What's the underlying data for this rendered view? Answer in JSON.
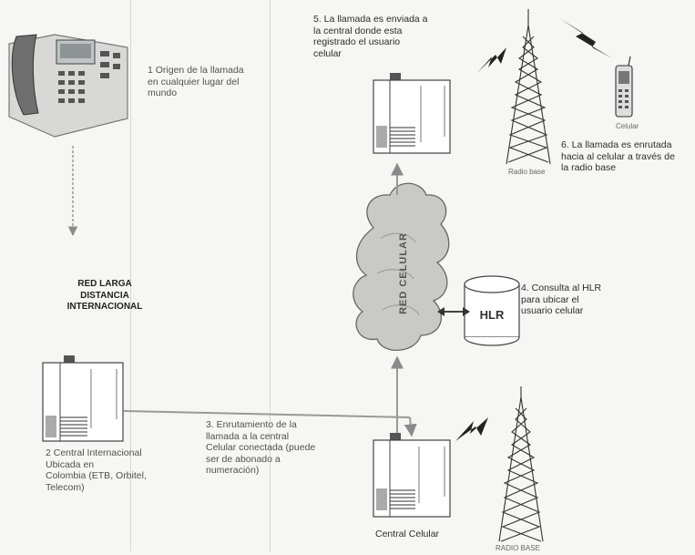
{
  "labels": {
    "step1": "1 Origen de la llamada\nen cualquier lugar del\nmundo",
    "red_ld": "RED LARGA\nDISTANCIA\nINTERNACIONAL",
    "step2": "2 Central Internacional\nUbicada en\nColombia (ETB, Orbitel,\nTelecom)",
    "step3": "3. Enrutamiento de la\nllamada a la central\nCelular conectada (puede\nser de abonado a\nnumeración)",
    "step4": "4. Consulta al HLR\npara ubicar el\nusuario celular",
    "step5": "5. La llamada es enviada a\nla central donde esta\nregistrado el usuario\ncelular",
    "step6": "6. La llamada es enrutada\nhacia al celular a través de\nla radio base",
    "hlr": "HLR",
    "red_celular": "RED CELULAR",
    "central_celular": "Central Celular",
    "celular_tag": "Celular",
    "radio_base_top": "Radio base",
    "radio_base_bottom": "RADIO BASE"
  }
}
